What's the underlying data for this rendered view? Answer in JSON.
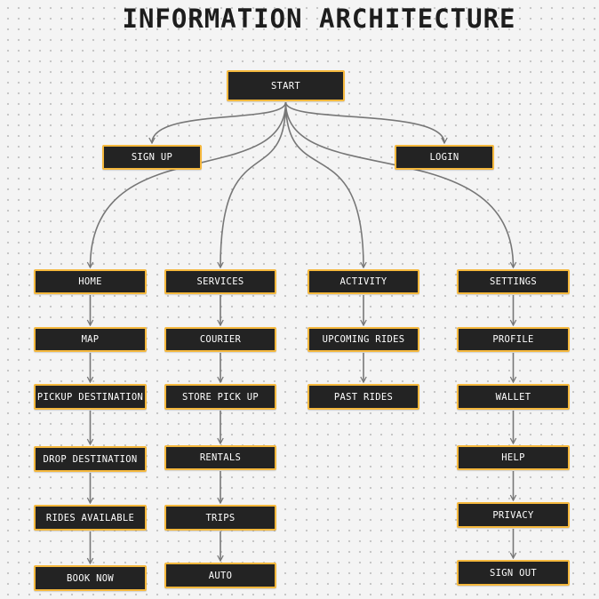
{
  "title": "INFORMATION ARCHITECTURE",
  "colors": {
    "node_fill": "#232323",
    "node_border": "#f5b83d",
    "edge": "#777777",
    "text": "#ffffff"
  },
  "nodes": {
    "start": "START",
    "signup": "SIGN UP",
    "login": "LOGIN",
    "home": "HOME",
    "services": "SERVICES",
    "activity": "ACTIVITY",
    "settings": "SETTINGS",
    "map": "MAP",
    "pickup": "PICKUP DESTINATION",
    "drop": "DROP DESTINATION",
    "rides": "RIDES AVAILABLE",
    "book": "BOOK NOW",
    "courier": "COURIER",
    "store": "STORE PICK UP",
    "rentals": "RENTALS",
    "trips": "TRIPS",
    "auto": "AUTO",
    "upcoming": "UPCOMING RIDES",
    "past": "PAST RIDES",
    "profile": "PROFILE",
    "wallet": "WALLET",
    "help": "HELP",
    "privacy": "PRIVACY",
    "signout": "SIGN OUT"
  },
  "edges": [
    [
      "start",
      "signup"
    ],
    [
      "start",
      "login"
    ],
    [
      "start",
      "home"
    ],
    [
      "start",
      "services"
    ],
    [
      "start",
      "activity"
    ],
    [
      "start",
      "settings"
    ],
    [
      "home",
      "map"
    ],
    [
      "map",
      "pickup"
    ],
    [
      "pickup",
      "drop"
    ],
    [
      "drop",
      "rides"
    ],
    [
      "rides",
      "book"
    ],
    [
      "services",
      "courier"
    ],
    [
      "courier",
      "store"
    ],
    [
      "store",
      "rentals"
    ],
    [
      "rentals",
      "trips"
    ],
    [
      "trips",
      "auto"
    ],
    [
      "activity",
      "upcoming"
    ],
    [
      "upcoming",
      "past"
    ],
    [
      "settings",
      "profile"
    ],
    [
      "profile",
      "wallet"
    ],
    [
      "wallet",
      "help"
    ],
    [
      "help",
      "privacy"
    ],
    [
      "privacy",
      "signout"
    ]
  ]
}
